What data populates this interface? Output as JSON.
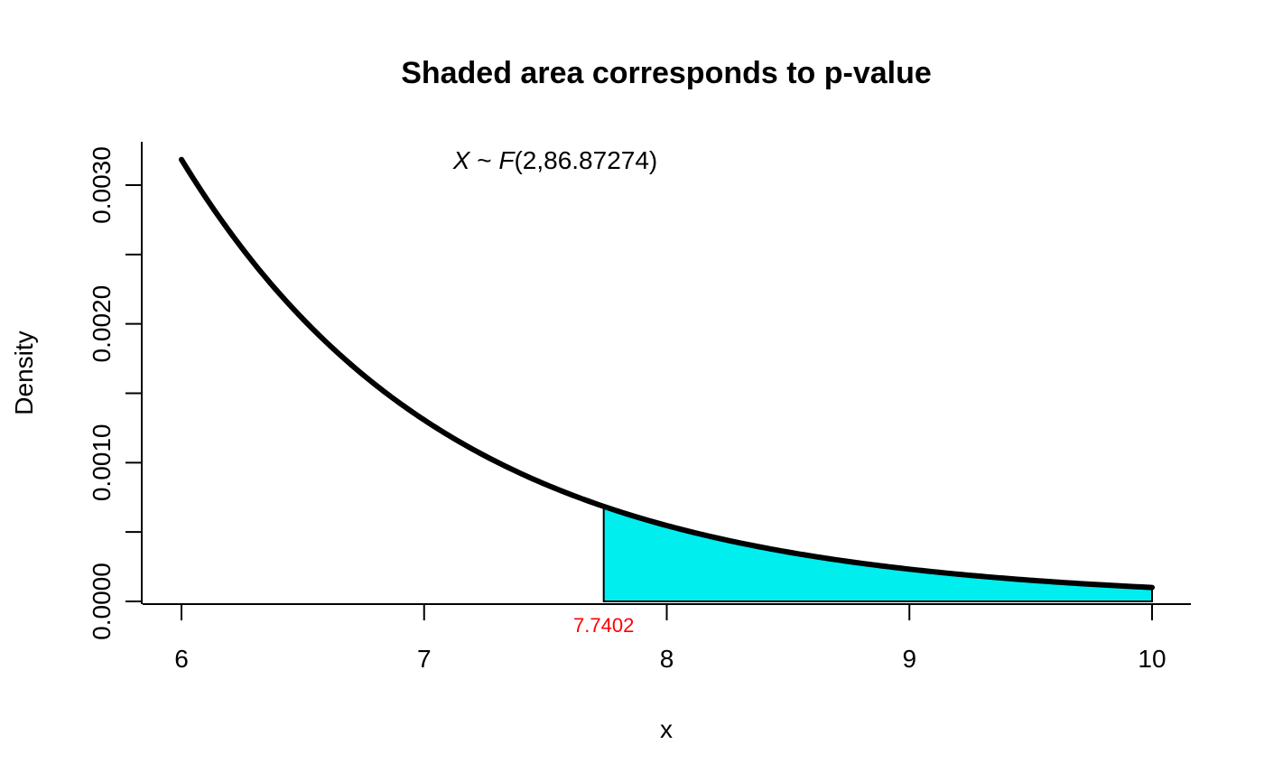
{
  "chart_data": {
    "type": "area",
    "title": "Shaded area corresponds to p-value",
    "xlabel": "x",
    "ylabel": "Density",
    "xlim": [
      6,
      10
    ],
    "ylim": [
      0,
      0.0032
    ],
    "x_ticks": [
      6,
      7,
      8,
      9,
      10
    ],
    "x_tick_labels": [
      "6",
      "7",
      "8",
      "9",
      "10"
    ],
    "y_ticks": [
      0,
      0.0005,
      0.001,
      0.0015,
      0.002,
      0.0025,
      0.003
    ],
    "y_tick_labels": [
      "0.0000",
      "",
      "0.0010",
      "",
      "0.0020",
      "",
      "0.0030"
    ],
    "annotation": {
      "dist_var": "X",
      "tilde": " ~ ",
      "dist_name": "F",
      "dist_params": "(2,86.87274)"
    },
    "critical_value": 7.7402,
    "critical_label": "7.7402",
    "shade_from": 7.7402,
    "shade_to": 10,
    "grid": false,
    "series": [
      {
        "x": [
          6.0,
          6.5,
          7.0,
          7.5,
          7.7402,
          8.0,
          8.5,
          9.0,
          9.5,
          10.0
        ],
        "y": [
          0.00318,
          0.00209,
          0.00133,
          0.00085,
          0.00068,
          0.00055,
          0.00035,
          0.00022,
          0.00014,
          9e-05
        ]
      }
    ],
    "colors": {
      "curve": "#000000",
      "shade": "#00eeee",
      "critical_label": "#ff0000",
      "axis": "#000000"
    }
  }
}
